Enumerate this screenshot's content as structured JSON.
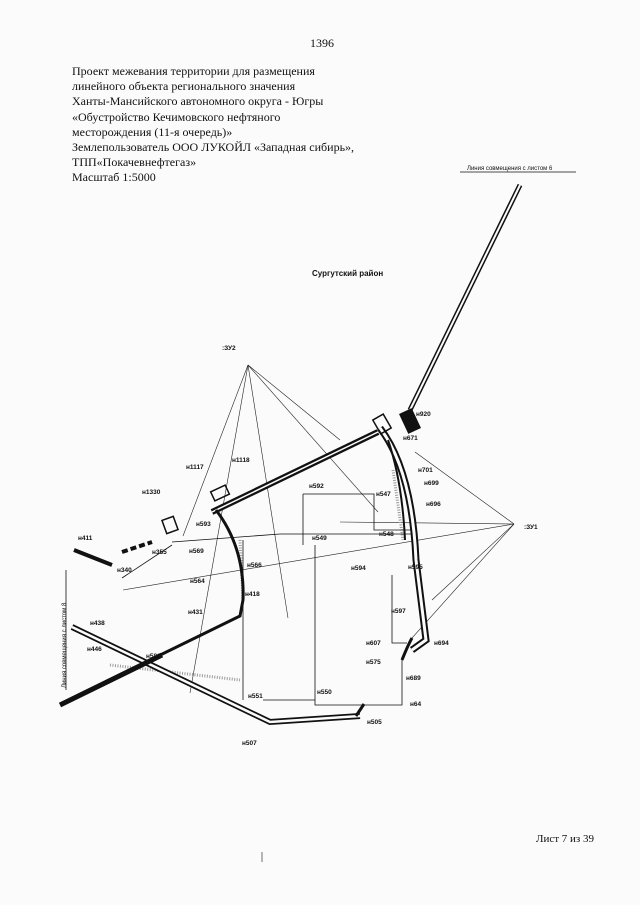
{
  "page_number": "1396",
  "header_lines": [
    "Проект межевания территории для размещения",
    "линейного объекта регионального значения",
    "Ханты-Мансийского автономного округа - Югры",
    "«Обустройство Кечимовского нефтяного",
    "месторождения (11-я очередь)»",
    "Землепользователь ООО ЛУКОЙЛ «Западная сибирь»,",
    "ТПП«Покачевнефтегаз»",
    "Масштаб 1:5000"
  ],
  "map": {
    "match_line_top": "Линия совмещения с листом 6",
    "match_line_left": "Линия совмещения с листом 8",
    "region_label": "Сургутский район",
    "parcels": [
      ":ЗУ2",
      ":ЗУ1"
    ],
    "points": {
      "n920": "н920",
      "n671": "н671",
      "n701": "н701",
      "n699": "н699",
      "n696": "н696",
      "n1117": "н1117",
      "n1118": "н1118",
      "n592": "н592",
      "n547": "н547",
      "n1330": "н1330",
      "n593": "н593",
      "n549": "н549",
      "n548": "н548",
      "n411": "н411",
      "n355": "н355",
      "n569": "н569",
      "n566": "н566",
      "n340": "н340",
      "n594": "н594",
      "n595": "н595",
      "n564": "н564",
      "n418": "н418",
      "n597": "н597",
      "n431": "н431",
      "n438": "н438",
      "n607": "н607",
      "n694": "н694",
      "n446": "н446",
      "n580": "н580",
      "n575": "н575",
      "n689": "н689",
      "n551": "н551",
      "n550": "н550",
      "n64": "н64",
      "n505": "н505",
      "n507": "н507"
    }
  },
  "sheet_label": "Лист 7 из 39"
}
